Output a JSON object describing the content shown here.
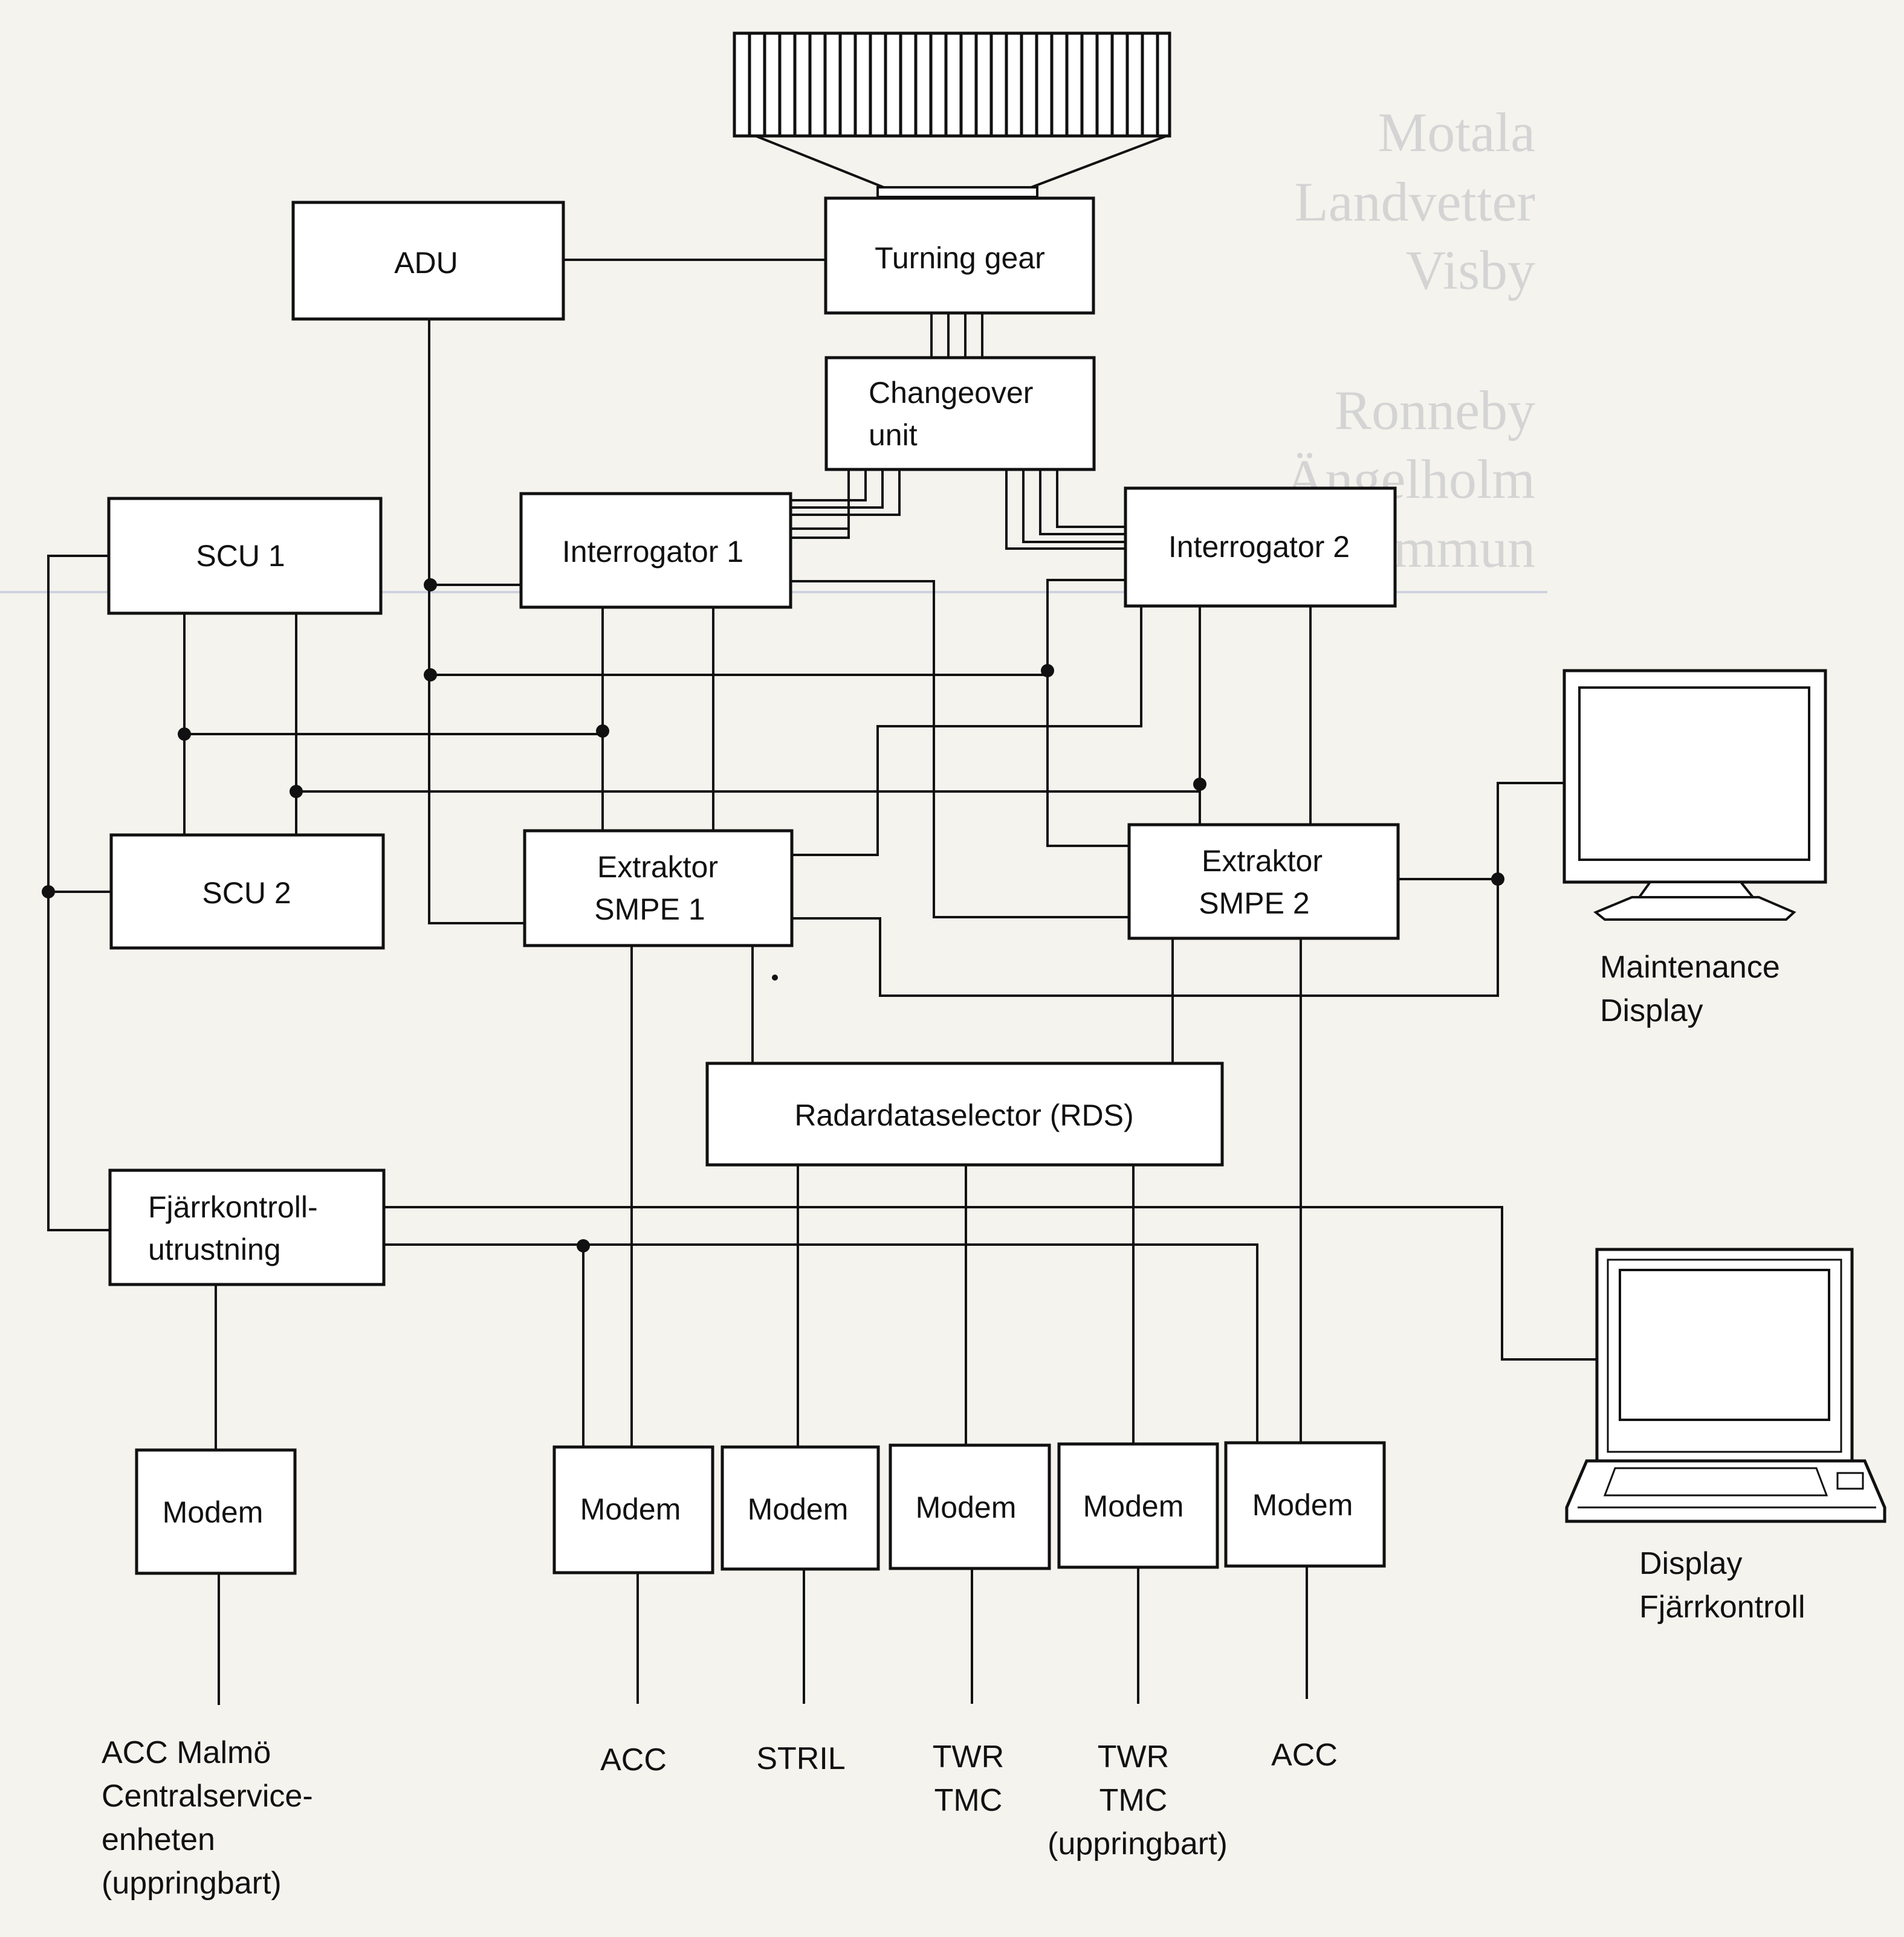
{
  "background_text": [
    [
      "Motala",
      "Landvetter",
      "Visby"
    ],
    [
      "Ronneby",
      "Ängelholm",
      "Kommun"
    ]
  ],
  "blocks": {
    "adu": "ADU",
    "turning_gear": "Turning gear",
    "changeover": [
      "Changeover",
      "unit"
    ],
    "scu1": "SCU 1",
    "scu2": "SCU 2",
    "interrogator1": "Interrogator 1",
    "interrogator2": "Interrogator 2",
    "extraktor1": [
      "Extraktor",
      "SMPE 1"
    ],
    "extraktor2": [
      "Extraktor",
      "SMPE 2"
    ],
    "rds": "Radardataselector (RDS)",
    "fjarr": [
      "Fjärrkontroll-",
      "utrustning"
    ],
    "modem": "Modem"
  },
  "displays": {
    "maintenance": [
      "Maintenance",
      "Display"
    ],
    "remote": [
      "Display",
      "Fjärrkontroll"
    ]
  },
  "outputs": {
    "acc_malmo": [
      "ACC Malmö",
      "Centralservice-",
      "enheten",
      "(uppringbart)"
    ],
    "acc1": [
      "ACC"
    ],
    "stril": [
      "STRIL"
    ],
    "twr1": [
      "TWR",
      "TMC"
    ],
    "twr2": [
      "TWR",
      "TMC",
      "(uppringbart)"
    ],
    "acc2": [
      "ACC"
    ]
  }
}
